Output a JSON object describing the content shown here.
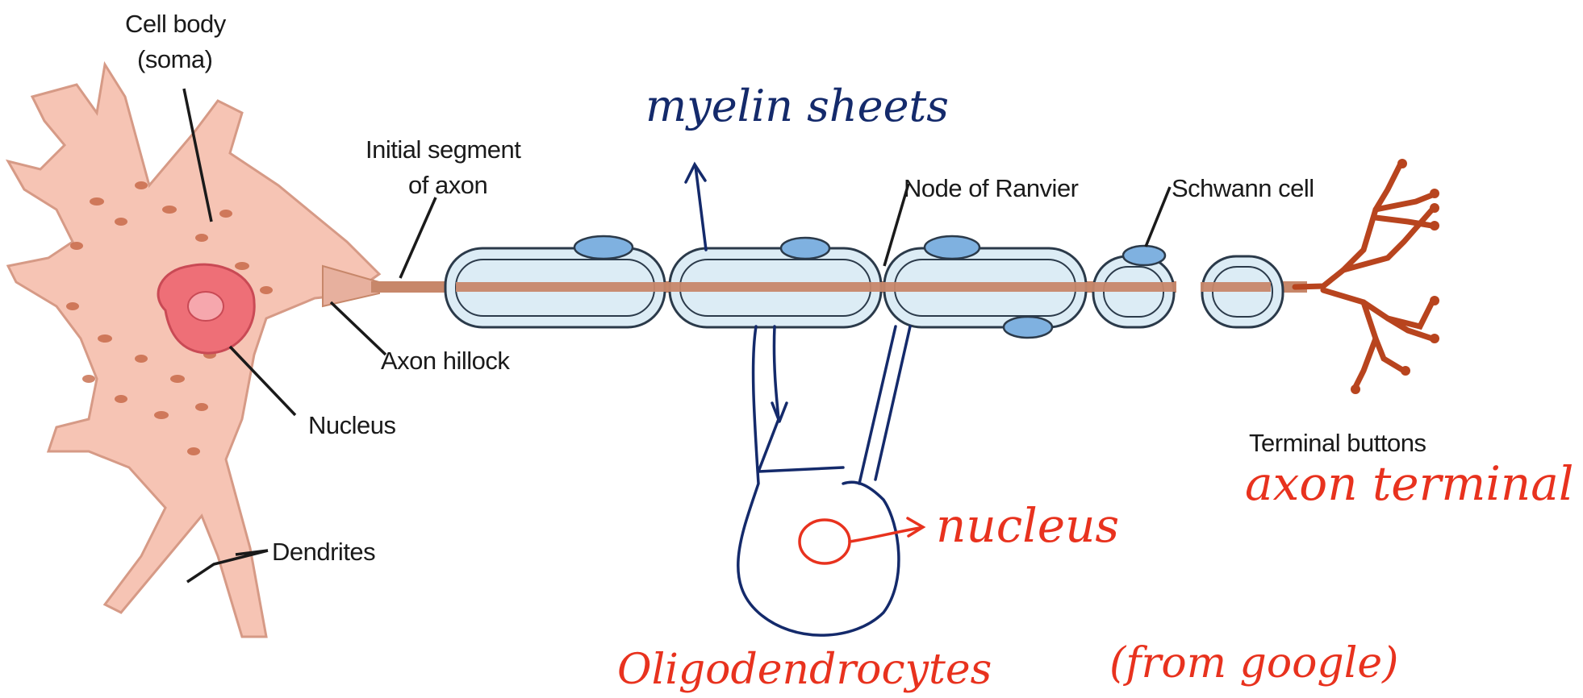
{
  "colors": {
    "cell_body": "#f6c4b4",
    "cell_outline": "#d69a86",
    "nucleus": "#ee6f77",
    "axon": "#c7876a",
    "myelin_fill": "#dcecf5",
    "myelin_outline": "#2b3a4a",
    "schwann_nucleus": "#7fb1e0",
    "terminal": "#b8441e",
    "printed_text": "#1a1a1a",
    "handwriting_blue": "#142a6b",
    "handwriting_red": "#e8321e"
  },
  "labels": {
    "cell_body": "Cell body",
    "soma": "(soma)",
    "initial_segment_line1": "Initial segment",
    "initial_segment_line2": "of axon",
    "node_of_ranvier": "Node of Ranvier",
    "schwann_cell": "Schwann cell",
    "axon_hillock": "Axon hillock",
    "nucleus": "Nucleus",
    "dendrites": "Dendrites",
    "terminal_buttons": "Terminal buttons"
  },
  "annotations": {
    "myelin_sheets": "myelin sheets",
    "nucleus": "nucleus",
    "axon_terminal": "axon terminal",
    "oligodendrocytes": "Oligodendrocytes",
    "from_google": "(from google)"
  }
}
